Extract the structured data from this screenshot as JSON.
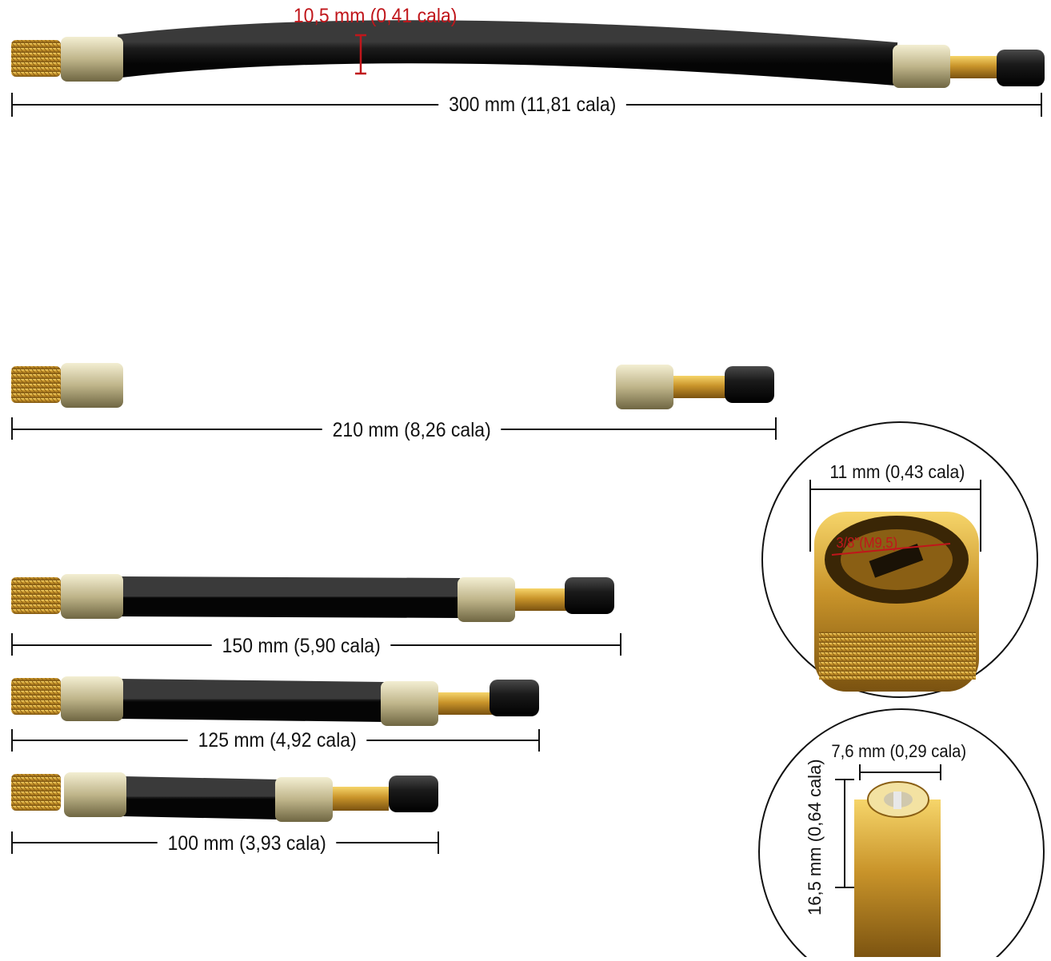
{
  "hoses": [
    {
      "length_label": "300 mm (11,81 cala)"
    },
    {
      "length_label": "210 mm (8,26 cala)"
    },
    {
      "length_label": "150 mm (5,90 cala)"
    },
    {
      "length_label": "125 mm (4,92 cala)"
    },
    {
      "length_label": "100 mm (3,93 cala)"
    }
  ],
  "diameter_label": "10,5 mm (0,41 cala)",
  "detail_top": {
    "width_label": "11 mm (0,43 cala)",
    "thread_label": "3/8\"(M9,5)"
  },
  "detail_bottom": {
    "width_label": "7,6 mm (0,29 cala)",
    "height_label": "16,5 mm (0,64 cala)"
  },
  "colors": {
    "hose": "#151515",
    "brass": "#c9942a",
    "nickel": "#d6cfa5",
    "cap": "#1a1a1a",
    "accent_red": "#c0161b"
  }
}
